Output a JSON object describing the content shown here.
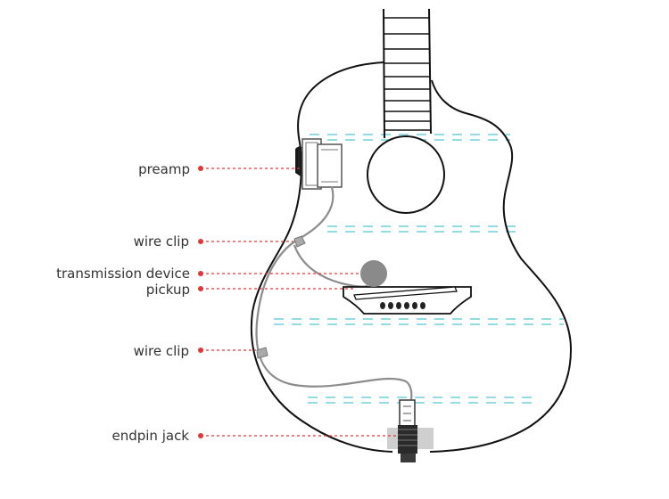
{
  "labels": {
    "preamp": "preamp",
    "wire_clip_upper": "wire clip",
    "transmission_device": "transmission device",
    "pickup": "pickup",
    "wire_clip_lower": "wire clip",
    "endpin_jack": "endpin jack"
  },
  "colors": {
    "outline": "#111111",
    "leader": "#e0373a",
    "guide": "#55c6d2",
    "wire": "#8c8c8c",
    "part_fill": "#a9a9a9",
    "label_text": "#333333"
  }
}
